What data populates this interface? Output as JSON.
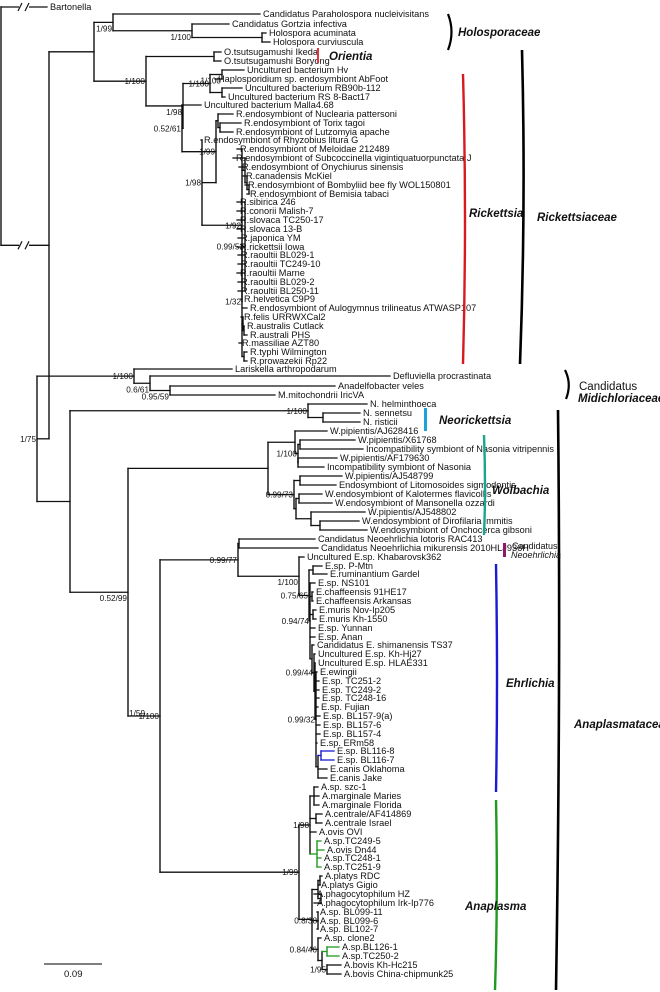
{
  "colors": {
    "orientia": "#e8343a",
    "rickettsia": "#d71920",
    "neorickettsia": "#1aa3d8",
    "wolbachia": "#1aa58e",
    "neoehrlichia": "#8b1a6b",
    "ehrlichia": "#1a1ad2",
    "anaplasma": "#1f9a1f",
    "family": "#000000",
    "highlight_red": "#d71920",
    "highlight_blue": "#1a1ad2",
    "highlight_green": "#1f9a1f"
  },
  "scale_bar": {
    "label": "0.09"
  },
  "outgroup": "Bartonella",
  "leaves": [
    {
      "name": "Bartonella",
      "hl": ""
    },
    {
      "name": "Candidatus Paraholospora nucleivisitans",
      "hl": ""
    },
    {
      "name": "Candidatus Gortzia infectiva",
      "hl": ""
    },
    {
      "name": "Holospora acuminata",
      "hl": ""
    },
    {
      "name": "Holospora curviuscula",
      "hl": ""
    },
    {
      "name": "O.tsutsugamushi Ikeda",
      "hl": ""
    },
    {
      "name": "O.tsutsugamushi Boryong",
      "hl": ""
    },
    {
      "name": "Uncultured bacterium Hv",
      "hl": ""
    },
    {
      "name": "Haplosporidium sp. endosymbiont AbFoot",
      "hl": ""
    },
    {
      "name": "Uncultured bacterium RB90b-112",
      "hl": ""
    },
    {
      "name": "Uncultured bacterium RS 8-Bact17",
      "hl": ""
    },
    {
      "name": "Uncultured bacterium Malla4.68",
      "hl": ""
    },
    {
      "name": "R.endosymbiont of Nuclearia pattersoni",
      "hl": ""
    },
    {
      "name": "R.endosymbiont of Torix tagoi",
      "hl": ""
    },
    {
      "name": "R.endosymbiont of Lutzomyia apache",
      "hl": ""
    },
    {
      "name": "R.endosymbiont of Rhyzobius litura G",
      "hl": ""
    },
    {
      "name": "R.endosymbiont of Meloidae 212489",
      "hl": ""
    },
    {
      "name": "R.endosymbiont of Subcoccinella vigintiquatuorpunctata J",
      "hl": ""
    },
    {
      "name": "R.endosymbiont of Onychiurus sinensis",
      "hl": ""
    },
    {
      "name": "R.canadensis McKiel",
      "hl": ""
    },
    {
      "name": "R.endosymbiont of Bombyliid bee fly WOL150801",
      "hl": ""
    },
    {
      "name": "R.endosymbiont of Bemisia tabaci",
      "hl": ""
    },
    {
      "name": "R.sibirica 246",
      "hl": ""
    },
    {
      "name": "R.conorii Malish-7",
      "hl": ""
    },
    {
      "name": "R.slovaca TC250-17",
      "hl": "red"
    },
    {
      "name": "R.slovaca 13-B",
      "hl": ""
    },
    {
      "name": "R.japonica YM",
      "hl": ""
    },
    {
      "name": "R.rickettsii Iowa",
      "hl": ""
    },
    {
      "name": "R.raoultii BL029-1",
      "hl": "red"
    },
    {
      "name": "R.raoultii TC249-10",
      "hl": "red"
    },
    {
      "name": "R.raoultii Marne",
      "hl": ""
    },
    {
      "name": "R.raoultii BL029-2",
      "hl": "red"
    },
    {
      "name": "R.raoultii BL250-11",
      "hl": "red"
    },
    {
      "name": "R.helvetica C9P9",
      "hl": ""
    },
    {
      "name": "R.endosymbiont of Aulogymnus trilineatus ATWASP107",
      "hl": ""
    },
    {
      "name": "R.felis URRWXCal2",
      "hl": ""
    },
    {
      "name": "R.australis Cutlack",
      "hl": ""
    },
    {
      "name": "R.australi PHS",
      "hl": ""
    },
    {
      "name": "R.massiliae AZT80",
      "hl": ""
    },
    {
      "name": "R.typhi Wilmington",
      "hl": ""
    },
    {
      "name": "R.prowazekii Rp22",
      "hl": ""
    },
    {
      "name": "Lariskella arthropodarum",
      "hl": ""
    },
    {
      "name": "Defluviella procrastinata",
      "hl": ""
    },
    {
      "name": "Anadelfobacter veles",
      "hl": ""
    },
    {
      "name": "M.mitochondrii IricVA",
      "hl": ""
    },
    {
      "name": "N. helminthoeca",
      "hl": ""
    },
    {
      "name": "N. sennetsu",
      "hl": ""
    },
    {
      "name": "N. risticii",
      "hl": ""
    },
    {
      "name": "W.pipientis/AJ628416",
      "hl": ""
    },
    {
      "name": "W.pipientis/X61768",
      "hl": ""
    },
    {
      "name": "Incompatibility symbiont of Nasonia vitripennis",
      "hl": ""
    },
    {
      "name": "W.pipientis/AF179630",
      "hl": ""
    },
    {
      "name": "Incompatibility symbiont of Nasonia",
      "hl": ""
    },
    {
      "name": "W.pipientis/AJ548799",
      "hl": ""
    },
    {
      "name": "Endosymbiont of Litomosoides sigmodontis",
      "hl": ""
    },
    {
      "name": "W.endosymbiont of Kalotermes flavicollis",
      "hl": ""
    },
    {
      "name": "W.endosymbiont of Mansonella ozzardi",
      "hl": ""
    },
    {
      "name": "W.pipientis/AJ548802",
      "hl": ""
    },
    {
      "name": "W.endosymbiont of Dirofilaria immitis",
      "hl": ""
    },
    {
      "name": "W.endosymbiont of Onchocerca gibsoni",
      "hl": ""
    },
    {
      "name": "Candidatus Neoehrlichia lotoris RAC413",
      "hl": ""
    },
    {
      "name": "Candidatus Neoehrlichia mikurensis 2010HLJ936H",
      "hl": ""
    },
    {
      "name": "Uncultured E.sp. Khabarovsk362",
      "hl": ""
    },
    {
      "name": "E.sp. P-Mtn",
      "hl": ""
    },
    {
      "name": "E.ruminantium Gardel",
      "hl": ""
    },
    {
      "name": "E.sp. NS101",
      "hl": ""
    },
    {
      "name": "E.chaffeensis 91HE17",
      "hl": ""
    },
    {
      "name": "E.chaffeensis Arkansas",
      "hl": ""
    },
    {
      "name": "E.muris Nov-Ip205",
      "hl": ""
    },
    {
      "name": "E.muris Kh-1550",
      "hl": ""
    },
    {
      "name": "E.sp. Yunnan",
      "hl": ""
    },
    {
      "name": "E.sp. Anan",
      "hl": ""
    },
    {
      "name": "Candidatus E. shimanensis TS37",
      "hl": ""
    },
    {
      "name": "Uncultured E.sp. Kh-Hj27",
      "hl": ""
    },
    {
      "name": "Uncultured E.sp. HLAE331",
      "hl": ""
    },
    {
      "name": "E.ewingii",
      "hl": ""
    },
    {
      "name": "E.sp. TC251-2",
      "hl": "blue"
    },
    {
      "name": "E.sp. TC249-2",
      "hl": "blue"
    },
    {
      "name": "E.sp. TC248-16",
      "hl": "blue"
    },
    {
      "name": "E.sp. Fujian",
      "hl": ""
    },
    {
      "name": "E.sp. BL157-9(a)",
      "hl": "blue"
    },
    {
      "name": "E.sp. BL157-6",
      "hl": "blue"
    },
    {
      "name": "E.sp. BL157-4",
      "hl": "blue"
    },
    {
      "name": "E.sp. ERm58",
      "hl": ""
    },
    {
      "name": "E.sp. BL116-8",
      "hl": "blue"
    },
    {
      "name": "E.sp. BL116-7",
      "hl": "blue"
    },
    {
      "name": "E.canis Oklahoma",
      "hl": ""
    },
    {
      "name": "E.canis Jake",
      "hl": ""
    },
    {
      "name": "A.sp. szc-1",
      "hl": ""
    },
    {
      "name": "A.marginale Maries",
      "hl": ""
    },
    {
      "name": "A.marginale Florida",
      "hl": ""
    },
    {
      "name": "A.centrale/AF414869",
      "hl": ""
    },
    {
      "name": "A.centrale Israel",
      "hl": ""
    },
    {
      "name": "A.ovis OVI",
      "hl": ""
    },
    {
      "name": "A.sp.TC249-5",
      "hl": "green"
    },
    {
      "name": "A.ovis Dn44",
      "hl": ""
    },
    {
      "name": "A.sp.TC248-1",
      "hl": "green"
    },
    {
      "name": "A.sp.TC251-9",
      "hl": "green"
    },
    {
      "name": "A.platys RDC",
      "hl": ""
    },
    {
      "name": "A.platys Gigio",
      "hl": ""
    },
    {
      "name": "A.phagocytophilum HZ",
      "hl": ""
    },
    {
      "name": "A.phagocytophilum Irk-Ip776",
      "hl": ""
    },
    {
      "name": "A.sp. BL099-11",
      "hl": "green"
    },
    {
      "name": "A.sp. BL099-6",
      "hl": "green"
    },
    {
      "name": "A.sp. BL102-7",
      "hl": "green"
    },
    {
      "name": "A.sp. clone2",
      "hl": ""
    },
    {
      "name": "A.sp.BL126-1",
      "hl": "green"
    },
    {
      "name": "A.sp.TC250-2",
      "hl": "green"
    },
    {
      "name": "A.bovis Kh-Hc215",
      "hl": ""
    },
    {
      "name": "A.bovis China-chipmunk25",
      "hl": ""
    }
  ],
  "support_values": [
    "1/99",
    "1/100",
    "1/100",
    "1/100",
    "1/98",
    "0.52/61",
    "1/99",
    "1/98",
    "1/92",
    "1/32",
    "0.99/53",
    "1/100",
    "0.6/61",
    "0.95/59",
    "1/75",
    "1/100",
    "0.52/99",
    "1/100",
    "0.99/73",
    "1/59",
    "0.99/77",
    "1/100",
    "0.75/65",
    "0.94/74",
    "0.99/44",
    "0.99/32",
    "1/100",
    "1/98",
    "1/99",
    "0.8/38",
    "0.84/46",
    "1/95"
  ],
  "clade_labels": [
    {
      "id": "holosporaceae",
      "text": "Holosporaceae"
    },
    {
      "id": "orientia",
      "text": "Orientia"
    },
    {
      "id": "rickettsia",
      "text": "Rickettsia"
    },
    {
      "id": "rickettsiaceae",
      "text": "Rickettsiaceae"
    },
    {
      "id": "midichloriaceae_prefix",
      "text": "Candidatus"
    },
    {
      "id": "midichloriaceae",
      "text": "Midichloriaceae"
    },
    {
      "id": "neorickettsia",
      "text": "Neorickettsia"
    },
    {
      "id": "wolbachia",
      "text": "Wolbachia"
    },
    {
      "id": "neoehrlichia_prefix",
      "text": "Candidatus"
    },
    {
      "id": "neoehrlichia",
      "text": "Neoehrlichia"
    },
    {
      "id": "ehrlichia",
      "text": "Ehrlichia"
    },
    {
      "id": "anaplasmataceae",
      "text": "Anaplasmataceae"
    },
    {
      "id": "anaplasma",
      "text": "Anaplasma"
    }
  ]
}
